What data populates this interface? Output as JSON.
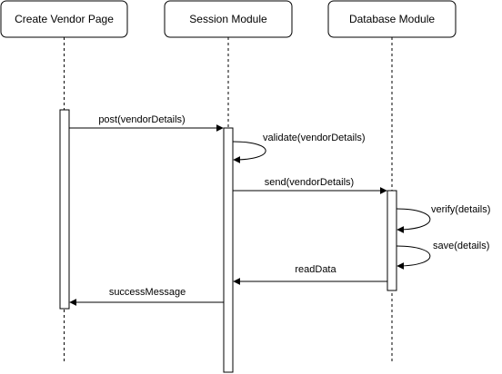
{
  "participants": [
    {
      "name": "Create Vendor Page"
    },
    {
      "name": "Session Module"
    },
    {
      "name": "Database Module"
    }
  ],
  "messages": [
    {
      "label": "post(vendorDetails)"
    },
    {
      "label": "validate(vendorDetails)"
    },
    {
      "label": "send(vendorDetails)"
    },
    {
      "label": "verify(details)"
    },
    {
      "label": "save(details)"
    },
    {
      "label": "readData"
    },
    {
      "label": "successMessage"
    }
  ]
}
